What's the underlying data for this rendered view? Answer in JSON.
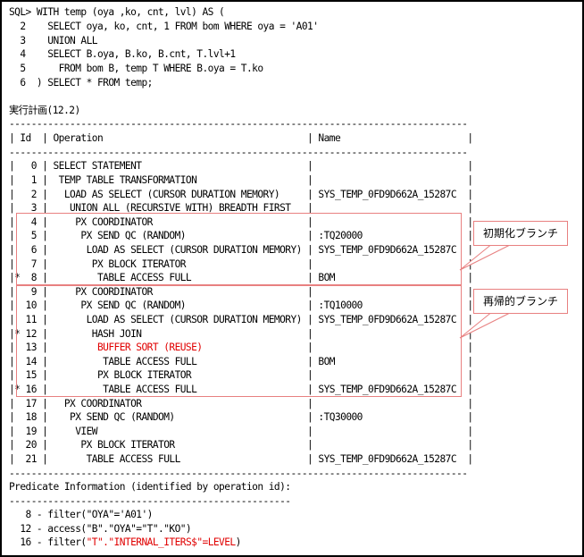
{
  "sql_lines": [
    "SQL> WITH temp (oya ,ko, cnt, lvl) AS (",
    "  2    SELECT oya, ko, cnt, 1 FROM bom WHERE oya = 'A01'",
    "  3    UNION ALL",
    "  4    SELECT B.oya, B.ko, B.cnt, T.lvl+1",
    "  5      FROM bom B, temp T WHERE B.oya = T.ko",
    "  6  ) SELECT * FROM temp;"
  ],
  "plan_title": "実行計画(12.2)",
  "divider": "-----------------------------------------------------------------------------------",
  "plan_header": "| Id  | Operation                                     | Name                       |",
  "plan_rows": [
    "|   0 | SELECT STATEMENT                              |                            |",
    "|   1 |  TEMP TABLE TRANSFORMATION                    |                            |",
    "|   2 |   LOAD AS SELECT (CURSOR DURATION MEMORY)     | SYS_TEMP_0FD9D662A_15287C  |",
    "|   3 |    UNION ALL (RECURSIVE WITH) BREADTH FIRST   |                            |",
    "|   4 |     PX COORDINATOR                            |                            |",
    "|   5 |      PX SEND QC (RANDOM)                      | :TQ20000                   |",
    "|   6 |       LOAD AS SELECT (CURSOR DURATION MEMORY) | SYS_TEMP_0FD9D662A_15287C  |",
    "|   7 |        PX BLOCK ITERATOR                      |                            |",
    "|*  8 |         TABLE ACCESS FULL                     | BOM                        |",
    "|   9 |     PX COORDINATOR                            |                            |",
    "|  10 |      PX SEND QC (RANDOM)                      | :TQ10000                   |",
    "|  11 |       LOAD AS SELECT (CURSOR DURATION MEMORY) | SYS_TEMP_0FD9D662A_15287C  |",
    "|* 12 |        HASH JOIN                              |                            |",
    "|  13 |         BUFFER SORT (REUSE)                   |                            |",
    "|  14 |          TABLE ACCESS FULL                    | BOM                        |",
    "|  15 |         PX BLOCK ITERATOR                     |                            |",
    "|* 16 |          TABLE ACCESS FULL                    | SYS_TEMP_0FD9D662A_15287C  |",
    "|  17 |   PX COORDINATOR                              |                            |",
    "|  18 |    PX SEND QC (RANDOM)                        | :TQ30000                   |",
    "|  19 |     VIEW                                      |                            |",
    "|  20 |      PX BLOCK ITERATOR                        |                            |",
    "|  21 |       TABLE ACCESS FULL                       | SYS_TEMP_0FD9D662A_15287C  |"
  ],
  "row13": {
    "pre": "|  13 |         ",
    "op": "BUFFER SORT (REUSE)",
    "post": "                   |                            |"
  },
  "predicate_title": "Predicate Information (identified by operation id):",
  "predicate_divider": "---------------------------------------------------",
  "predicates": [
    "   8 - filter(\"OYA\"='A01')",
    "  12 - access(\"B\".\"OYA\"=\"T\".\"KO\")"
  ],
  "pred16": {
    "pre": "  16 - filter(",
    "red": "\"T\".\"INTERNAL_ITERS$\"=LEVEL",
    "post": ")"
  },
  "callouts": {
    "initial": "初期化ブランチ",
    "recursive": "再帰的ブランチ"
  },
  "colors": {
    "highlight": "#e00000",
    "box_border": "#e88080"
  }
}
